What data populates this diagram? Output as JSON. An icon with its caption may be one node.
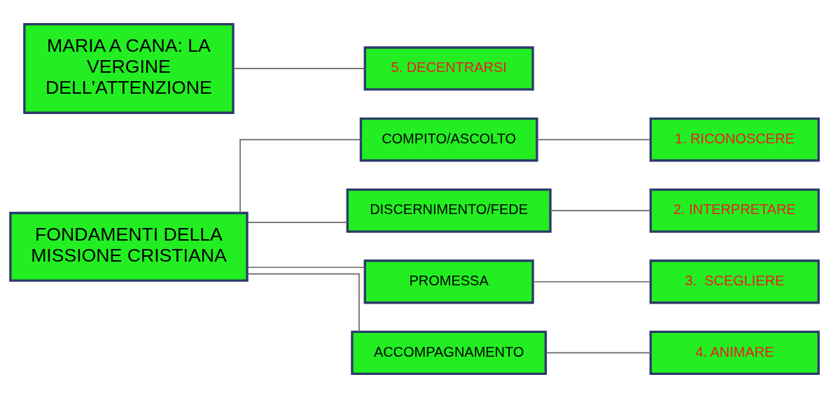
{
  "diagram": {
    "nodes": [
      {
        "text": [
          "FONDAMENTI DELLA MISSIONE CRISTIANA"
        ]
      },
      {
        "text": [
          "COMPITO/ASCOLTO"
        ]
      },
      {
        "text": [
          "DISCERNIMENTO/FEDE"
        ]
      },
      {
        "text": [
          "PROMESSA"
        ]
      },
      {
        "text": [
          "ACCOMPAGNAMENTO"
        ]
      },
      {
        "text": [
          "1. RICONOSCERE"
        ]
      },
      {
        "text": [
          "2. INTERPRETARE"
        ]
      },
      {
        "text": [
          "3.  SCEGLIERE"
        ]
      },
      {
        "text": [
          "4. ANIMARE"
        ]
      },
      {
        "text": [
          "MARIA A CANA: LA VERGINE DELL’ATTENZIONE"
        ]
      },
      {
        "text": [
          "5. DECENTRARSI"
        ]
      }
    ],
    "edges": [
      {
        "from": 0,
        "to": 1,
        "arrow": "none"
      },
      {
        "from": 0,
        "to": 2,
        "arrow": "none"
      },
      {
        "from": 0,
        "to": 3,
        "arrow": "none"
      },
      {
        "from": 0,
        "to": 4,
        "arrow": "none"
      },
      {
        "from": 1,
        "to": 5,
        "arrow": "none"
      },
      {
        "from": 2,
        "to": 6,
        "arrow": "none"
      },
      {
        "from": 3,
        "to": 7,
        "arrow": "none"
      },
      {
        "from": 4,
        "to": 8,
        "arrow": "none"
      },
      {
        "from": 9,
        "to": 10,
        "arrow": "none"
      }
    ]
  }
}
